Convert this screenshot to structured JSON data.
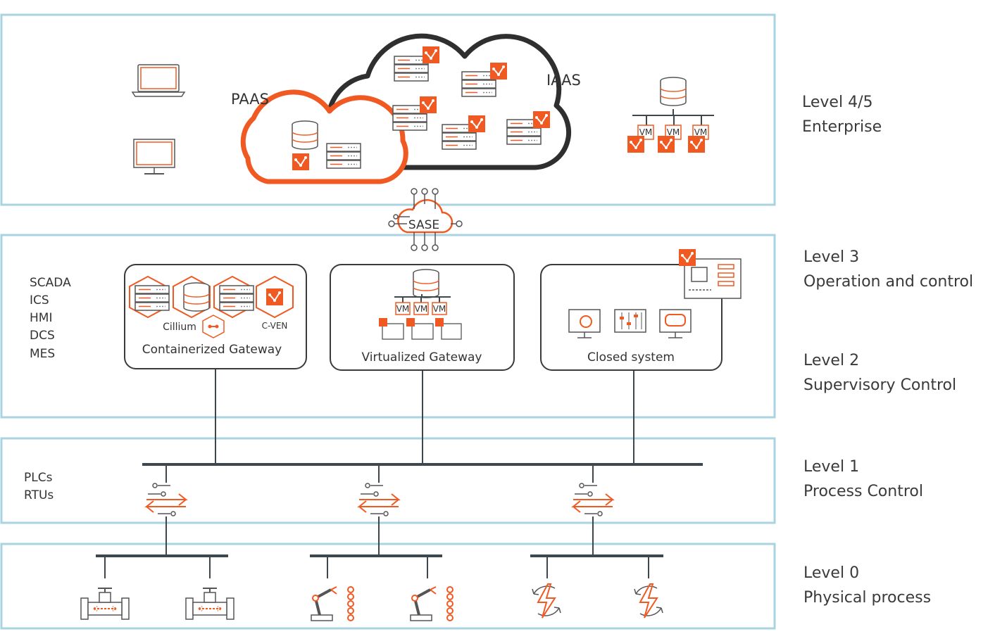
{
  "levels": {
    "l45": {
      "line1": "Level 4/5",
      "line2": "Enterprise"
    },
    "l3": {
      "line1": "Level 3",
      "line2": "Operation and control"
    },
    "l2": {
      "line1": "Level 2",
      "line2": "Supervisory Control"
    },
    "l1": {
      "line1": "Level 1",
      "line2": "Process Control"
    },
    "l0": {
      "line1": "Level 0",
      "line2": "Physical process"
    }
  },
  "cloud": {
    "paas": "PAAS",
    "iaas": "IAAS"
  },
  "sase": "SASE",
  "vm_label": "VM",
  "systems": [
    "SCADA",
    "ICS",
    "HMI",
    "DCS",
    "MES"
  ],
  "field_devices": [
    "PLCs",
    "RTUs"
  ],
  "gateways": {
    "containerized": {
      "title": "Containerized Gateway",
      "cillium": "Cillium",
      "cven": "C-VEN"
    },
    "virtualized": {
      "title": "Virtualized Gateway"
    },
    "closed": {
      "title": "Closed system"
    }
  },
  "colors": {
    "accent": "#f05a22",
    "band_border": "#a9d3e0",
    "line": "#3d474d"
  }
}
